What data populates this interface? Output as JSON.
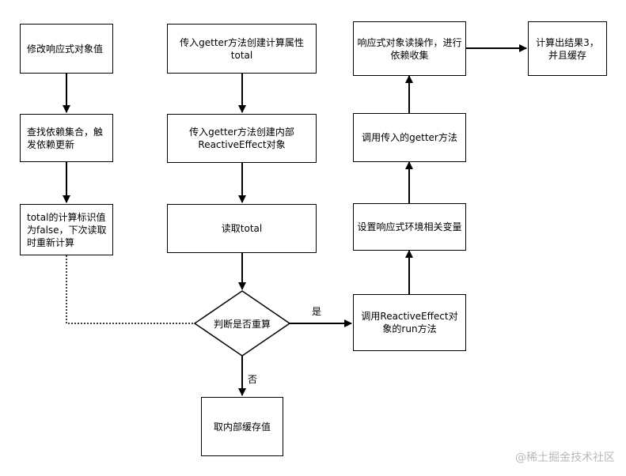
{
  "nodes": {
    "modify_value": "修改响应式对象值",
    "find_deps": "查找依赖集合，触发依赖更新",
    "dirty_flag": "total的计算标识值为false，下次读取时重新计算",
    "pass_getter_total": "传入getter方法创建计算属性total",
    "create_effect": "传入getter方法创建内部ReactiveEffect对象",
    "read_total": "读取total",
    "decision": "判断是否重算",
    "take_cache": "取内部缓存值",
    "run_method": "调用ReactiveEffect对象的run方法",
    "set_env": "设置响应式环境相关变量",
    "call_getter": "调用传入的getter方法",
    "collect_deps": "响应式对象读操作，进行依赖收集",
    "result": "计算出结果3，并且缓存"
  },
  "edge_labels": {
    "yes": "是",
    "no": "否"
  },
  "watermark": "@稀土掘金技术社区"
}
